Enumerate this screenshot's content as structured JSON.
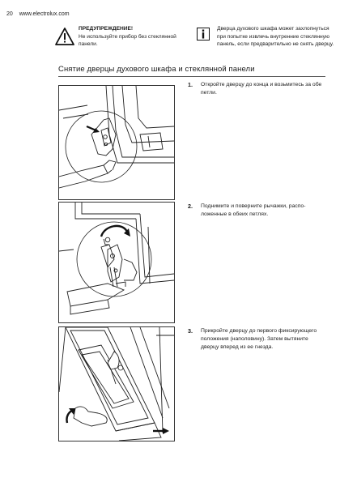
{
  "header": {
    "page_number": "20",
    "brand_url": "www.electrolux.com"
  },
  "warning": {
    "title": "ПРЕДУПРЕЖДЕНИЕ!",
    "text": "Не используйте прибор без стеклян­ной панели."
  },
  "info": {
    "text": "Дверца духового шкафа может за­хлопнуться при попытке извлечь внутренние стеклянную панель, если предварительно не снять дверцу."
  },
  "section": {
    "title": "Снятие дверцы духового шкафа и стеклянной панели"
  },
  "steps": [
    {
      "number": "1.",
      "text": "Откройте дверцу до конца и возьмитесь за обе петли."
    },
    {
      "number": "2.",
      "text": "Поднимите и поверните рычажки, распо­ложенные в обеих петлях."
    },
    {
      "number": "3.",
      "text": "Прикройте дверцу до первого фиксирую­щего положения (наполовину). Затем вы­тяните дверцу вперед из ее гнезда."
    }
  ],
  "icons": {
    "warning": "warning-triangle-icon",
    "info": "info-icon"
  }
}
